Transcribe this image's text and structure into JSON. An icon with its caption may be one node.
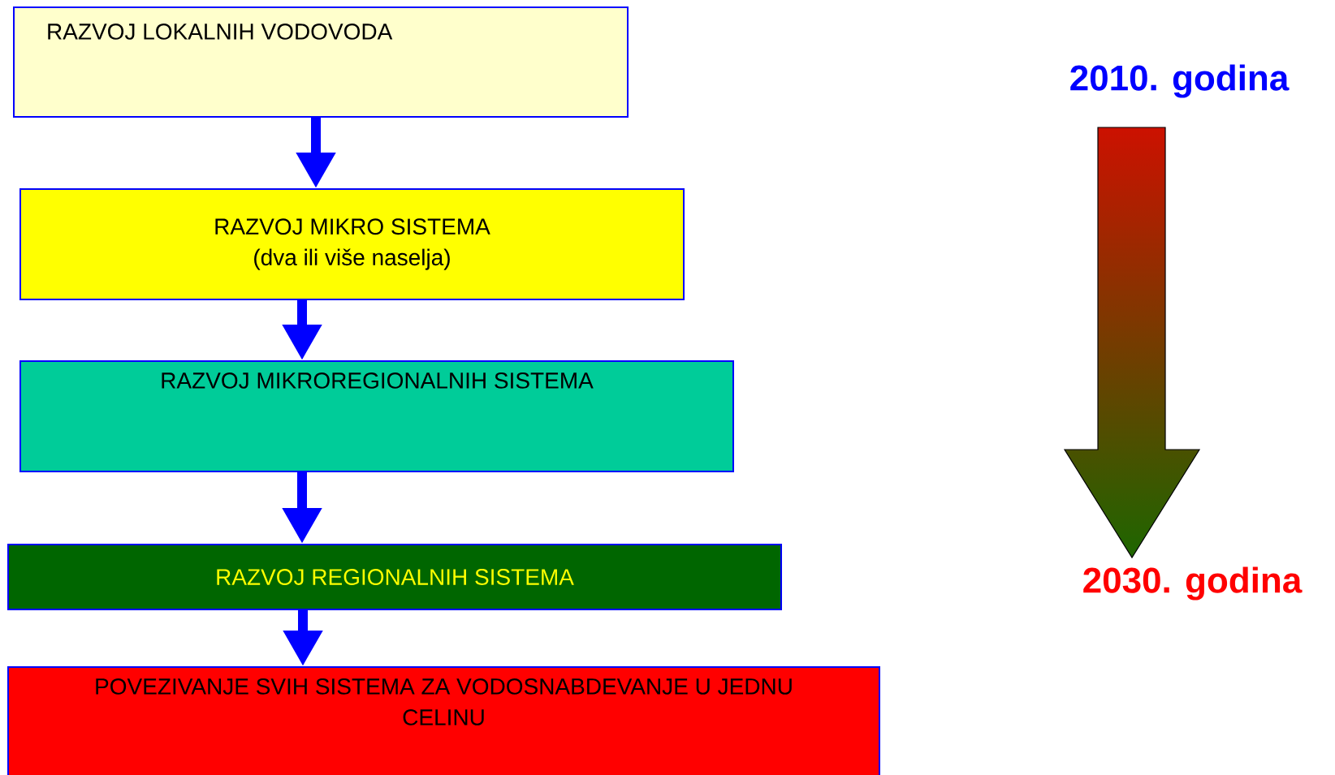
{
  "diagram": {
    "nodes": [
      {
        "text": [
          "RAZVOJ LOKALNIH VODOVODA"
        ]
      },
      {
        "text": [
          "RAZVOJ MIKRO SISTEMA",
          "(dva ili više naselja)"
        ]
      },
      {
        "text": [
          "RAZVOJ MIKROREGIONALNIH SISTEMA"
        ]
      },
      {
        "text": [
          "RAZVOJ REGIONALNIH SISTEMA"
        ]
      },
      {
        "text": [
          "POVEZIVANJE SVIH SISTEMA ZA VODOSNABDEVANJE U JEDNU CELINU"
        ]
      }
    ],
    "edges": [
      {
        "from": 0,
        "to": 1,
        "arrow": "to"
      },
      {
        "from": 1,
        "to": 2,
        "arrow": "to"
      },
      {
        "from": 2,
        "to": 3,
        "arrow": "to"
      },
      {
        "from": 3,
        "to": 4,
        "arrow": "to"
      }
    ],
    "labels": [
      "2010. godina",
      "2030. godina"
    ]
  }
}
